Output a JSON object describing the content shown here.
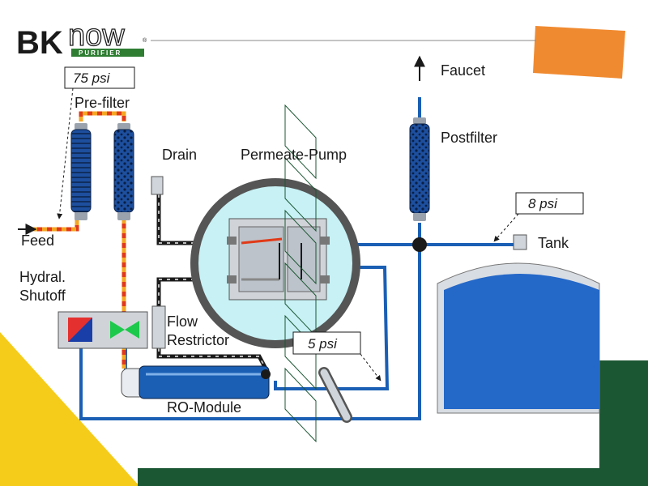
{
  "logo": {
    "brand": "BK",
    "name": "now",
    "sub": "PURIFIER",
    "reg": "®"
  },
  "labels": {
    "feed": "Feed",
    "prefilter": "Pre-filter",
    "shutoff_line1": "Hydral.",
    "shutoff_line2": "Shutoff",
    "drain": "Drain",
    "permeate_pump": "Permeate-Pump",
    "flow_line1": "Flow",
    "flow_line2": "Restrictor",
    "ro_module": "RO-Module",
    "faucet": "Faucet",
    "postfilter": "Postfilter",
    "tank": "Tank"
  },
  "pressures": {
    "feed": "75 psi",
    "tank": "8 psi",
    "pump": "5 psi"
  },
  "colors": {
    "accent_orange": "#f08a30",
    "accent_yellow": "#f6cc1a",
    "accent_green": "#1c5733",
    "water_blue": "#1a5fb4",
    "tank_blue": "#2468c8",
    "feed_red": "#e03a18",
    "feed_orange": "#f5a623",
    "lens_cyan": "#c7f1f5"
  }
}
